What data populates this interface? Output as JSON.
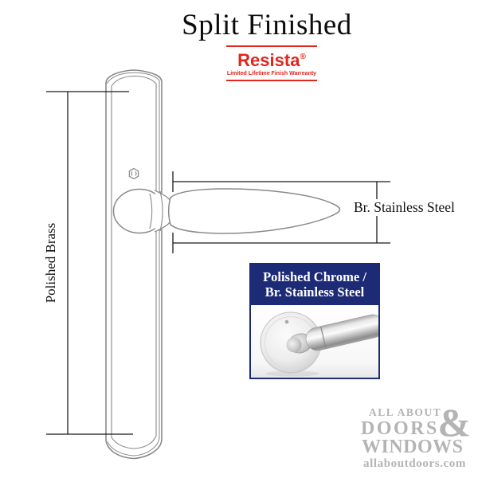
{
  "title": "Split Finished",
  "brand": {
    "name": "Resista",
    "registered_mark": "®",
    "tagline": "Limited Lifetime Finish Warreanty",
    "color": "#e2251d"
  },
  "diagram": {
    "plate_finish_label": "Polished Brass",
    "lever_finish_label": "Br. Stainless Steel",
    "drawing_line_color": "#8a8a8a",
    "dimension_line_color": "#1a1a1a"
  },
  "inset": {
    "header": {
      "line1": "Polished Chrome /",
      "line2": "Br. Stainless Steel"
    },
    "header_bg_color": "#1d2b76"
  },
  "watermark": {
    "line1": "ALL ABOUT",
    "ampersand": "&",
    "line2": "DOORS",
    "line3": "WINDOWS",
    "website": "allaboutdoors.com",
    "color": "#b4b4b4"
  }
}
